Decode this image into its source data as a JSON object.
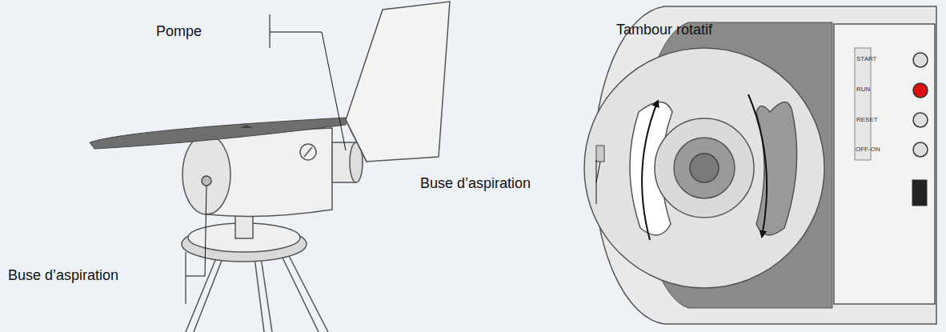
{
  "diagram": {
    "labels": [
      "Pompe",
      "Buse d’aspiration",
      "Tambour rotatif",
      "Buse d’aspiration",
      "START",
      "RUN",
      "RESET",
      "OFF-ON"
    ]
  }
}
